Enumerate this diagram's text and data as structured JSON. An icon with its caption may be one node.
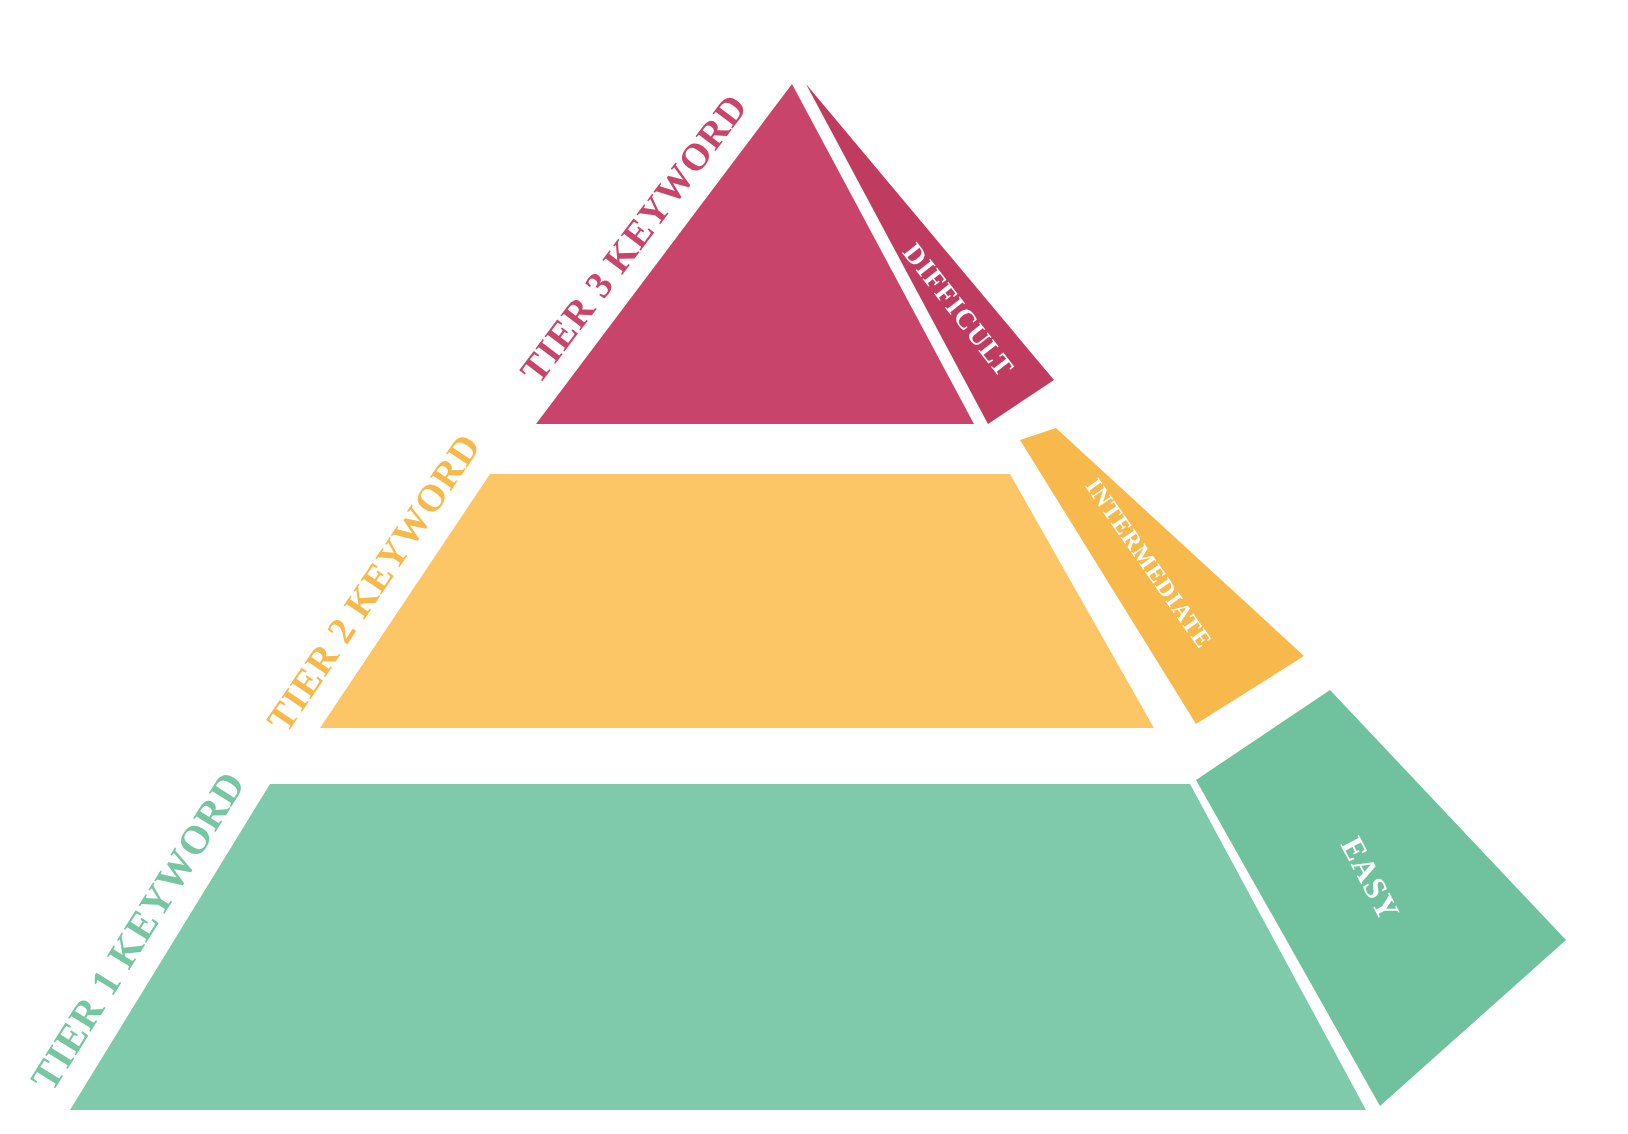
{
  "diagram": {
    "nodes": [
      {
        "text": [
          "TIER 3 KEYWORD"
        ]
      },
      {
        "text": [
          "DIFFICULT"
        ]
      },
      {
        "text": [
          "TIER 2 KEYWORD"
        ]
      },
      {
        "text": [
          "INTERMEDIATE"
        ]
      },
      {
        "text": [
          "TIER 1 KEYWORD"
        ]
      },
      {
        "text": [
          "EASY"
        ]
      }
    ]
  }
}
